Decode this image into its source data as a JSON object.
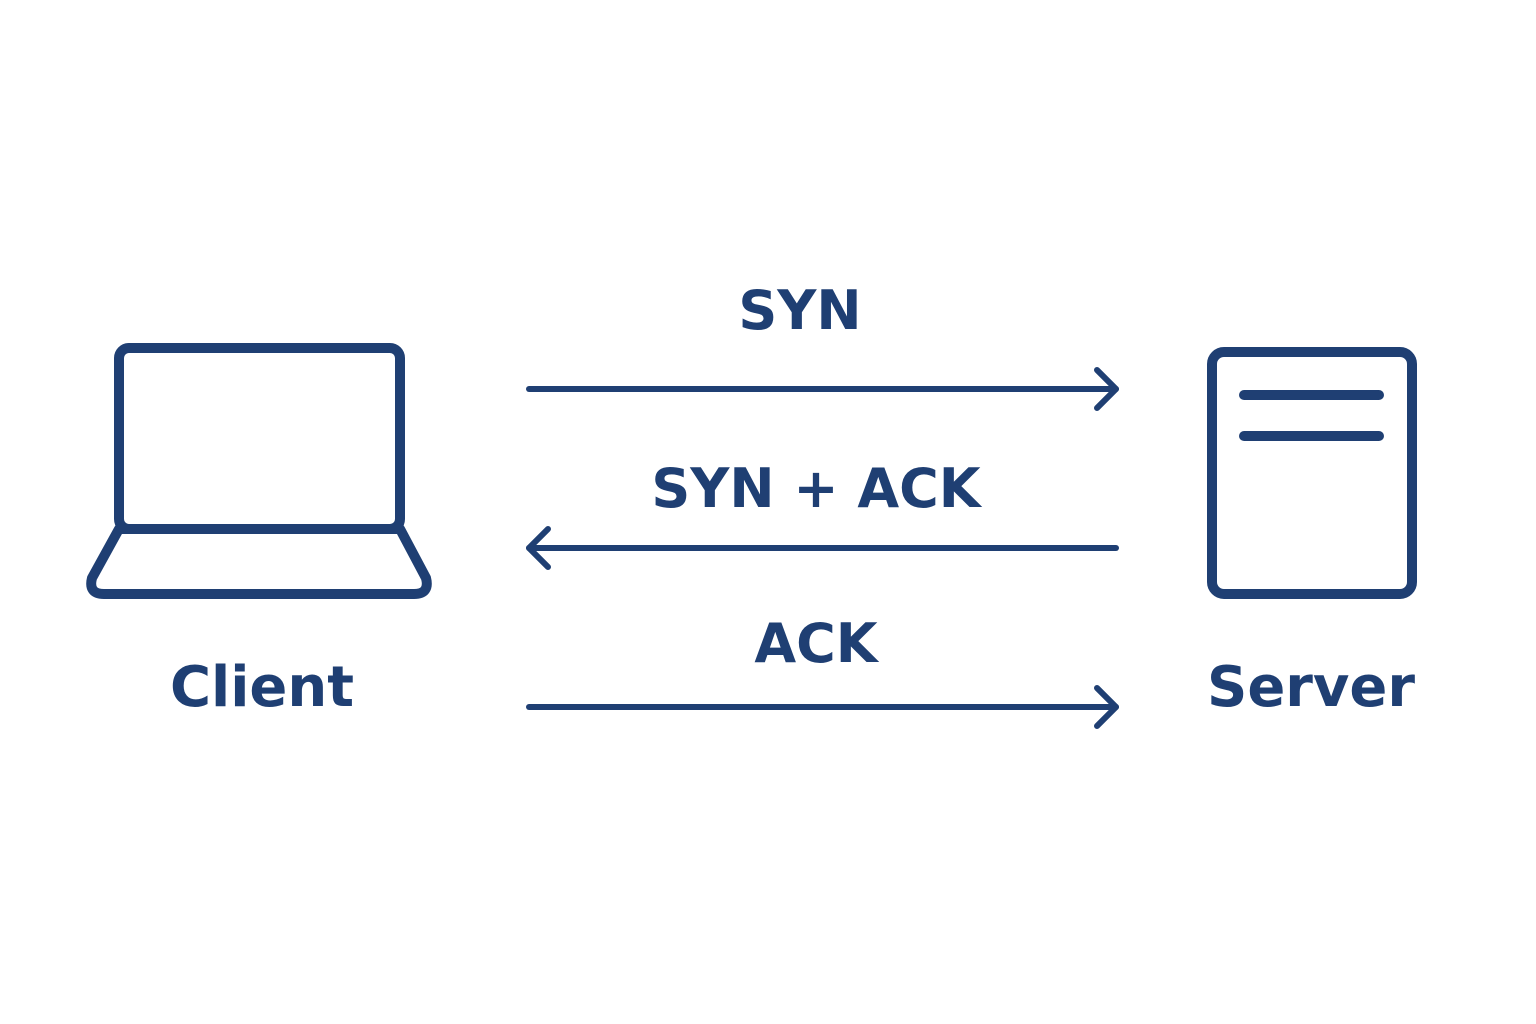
{
  "diagram": {
    "nodes": {
      "client": {
        "label": "Client",
        "icon": "laptop-icon"
      },
      "server": {
        "label": "Server",
        "icon": "server-icon"
      }
    },
    "messages": [
      {
        "label": "SYN",
        "direction": "client-to-server"
      },
      {
        "label": "SYN + ACK",
        "direction": "server-to-client"
      },
      {
        "label": "ACK",
        "direction": "client-to-server"
      }
    ],
    "colors": {
      "stroke": "#1F3F73",
      "text": "#1F3F73",
      "background": "#FFFFFF"
    }
  }
}
